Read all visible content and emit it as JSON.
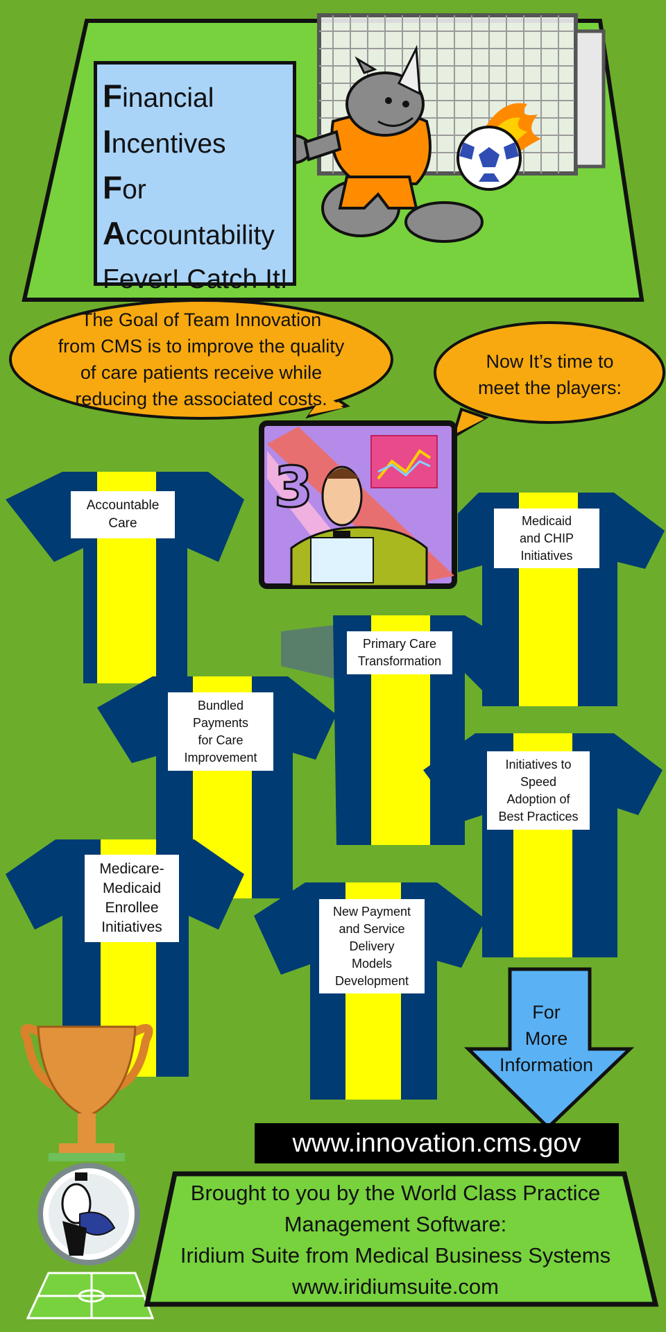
{
  "title": {
    "lines": [
      {
        "cap": "F",
        "rest": "inancial"
      },
      {
        "cap": "I",
        "rest": "ncentives"
      },
      {
        "cap": "F",
        "rest": "or"
      },
      {
        "cap": "A",
        "rest": "ccountability"
      }
    ],
    "tagline": "Fever! Catch It!"
  },
  "bubbles": {
    "goal": [
      "The Goal of Team Innovation",
      "from CMS is to improve the quality",
      "of care patients receive while",
      "reducing the associated costs."
    ],
    "players": [
      "Now It’s time to",
      "meet the players:"
    ]
  },
  "tv": {
    "number": "3"
  },
  "players": [
    {
      "name": "jersey-accountable-care",
      "lines": [
        "Accountable",
        "Care"
      ]
    },
    {
      "name": "jersey-medicaid-chip",
      "lines": [
        "Medicaid",
        "and CHIP",
        "Initiatives"
      ]
    },
    {
      "name": "jersey-primary-care",
      "lines": [
        "Primary Care",
        "Transformation"
      ]
    },
    {
      "name": "jersey-bundled-payments",
      "lines": [
        "Bundled",
        "Payments",
        "for Care",
        "Improvement"
      ]
    },
    {
      "name": "jersey-best-practices",
      "lines": [
        "Initiatives to",
        "Speed",
        "Adoption of",
        "Best Practices"
      ]
    },
    {
      "name": "jersey-medicare-medicaid",
      "lines": [
        "Medicare-",
        "Medicaid",
        "Enrollee",
        "Initiatives"
      ]
    },
    {
      "name": "jersey-new-payment",
      "lines": [
        "New Payment",
        "and Service",
        "Delivery",
        "Models",
        "Development"
      ]
    }
  ],
  "more_info": [
    "For",
    "More",
    "Information"
  ],
  "url": "www.innovation.cms.gov",
  "footer": [
    "Brought to you by the World Class Practice",
    "Management Software:",
    "Iridium Suite from Medical Business Systems",
    "www.iridiumsuite.com"
  ],
  "colors": {
    "grass": "#6cae2b",
    "field": "#77d23d",
    "bubble": "#f8a90f",
    "jersey_blue": "#003b73",
    "jersey_yellow": "#ffff00",
    "arrow": "#5ab2f5",
    "title_box": "#a9d4f8"
  },
  "icons": [
    "rhino-mascot-icon",
    "soccer-goal-icon",
    "flaming-soccer-ball-icon",
    "tv-announcer-icon",
    "trophy-icon",
    "mascot-badge-icon",
    "soccer-field-icon",
    "down-arrow-icon"
  ]
}
